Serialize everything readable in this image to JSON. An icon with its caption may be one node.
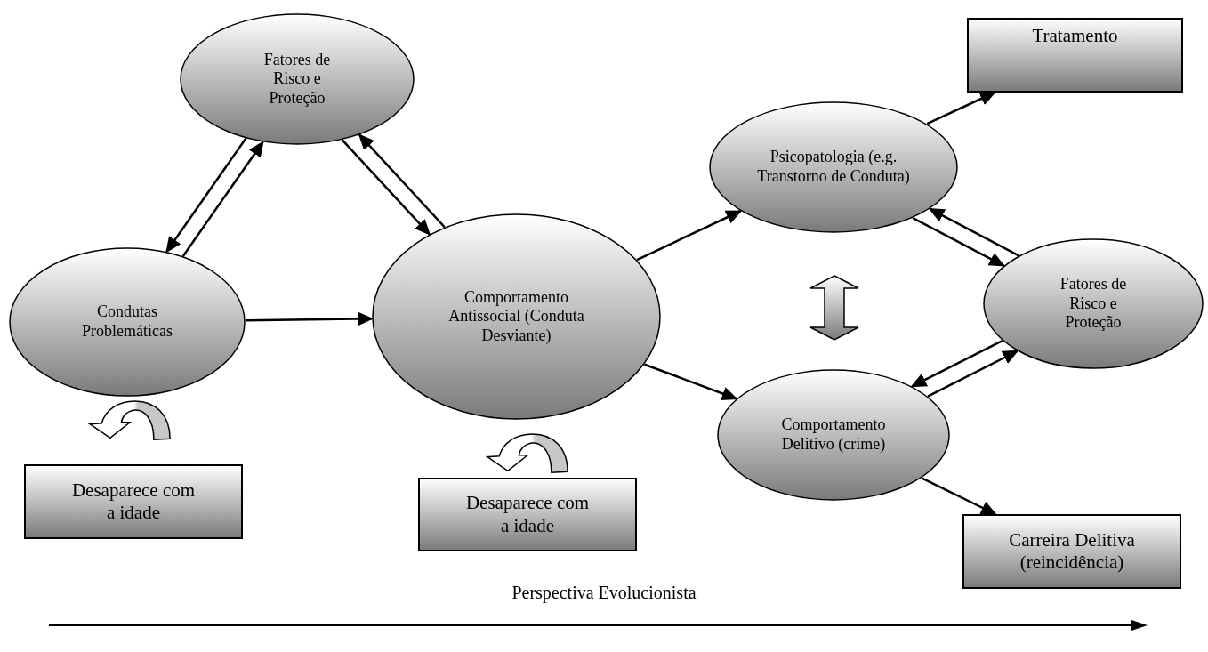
{
  "diagram": {
    "nodes": [
      {
        "text": [
          "Fatores de Risco e Proteção"
        ]
      },
      {
        "text": [
          "Condutas Problemáticas"
        ]
      },
      {
        "text": [
          "Comportamento Antissocial (Conduta Desviante)"
        ]
      },
      {
        "text": [
          "Psicopatologia (e.g. Transtorno de Conduta)"
        ]
      },
      {
        "text": [
          "Tratamento"
        ]
      },
      {
        "text": [
          "Fatores de Risco e Proteção"
        ]
      },
      {
        "text": [
          "Comportamento Delitivo (crime)"
        ]
      },
      {
        "text": [
          "Carreira Delitiva (reincidência)"
        ]
      },
      {
        "text": [
          "Desaparece com a idade"
        ]
      },
      {
        "text": [
          "Desaparece com a idade"
        ]
      }
    ],
    "edges": [
      {
        "from": 1,
        "to": 0,
        "arrow": "to"
      },
      {
        "from": 0,
        "to": 1,
        "arrow": "to"
      },
      {
        "from": 0,
        "to": 2,
        "arrow": "to"
      },
      {
        "from": 2,
        "to": 0,
        "arrow": "to"
      },
      {
        "from": 1,
        "to": 2,
        "arrow": "to"
      },
      {
        "from": 2,
        "to": 3,
        "arrow": "to"
      },
      {
        "from": 2,
        "to": 6,
        "arrow": "to"
      },
      {
        "from": 3,
        "to": 4,
        "arrow": "to"
      },
      {
        "from": 5,
        "to": 3,
        "arrow": "to"
      },
      {
        "from": 3,
        "to": 5,
        "arrow": "to"
      },
      {
        "from": 6,
        "to": 5,
        "arrow": "to"
      },
      {
        "from": 5,
        "to": 6,
        "arrow": "to"
      },
      {
        "from": 6,
        "to": 7,
        "arrow": "to"
      },
      {
        "from": 3,
        "to": 6,
        "arrow": "both"
      },
      {
        "from": 1,
        "to": 8,
        "arrow": "to"
      },
      {
        "from": 2,
        "to": 9,
        "arrow": "to"
      }
    ],
    "labels": [
      "Perspectiva Evolucionista"
    ]
  }
}
